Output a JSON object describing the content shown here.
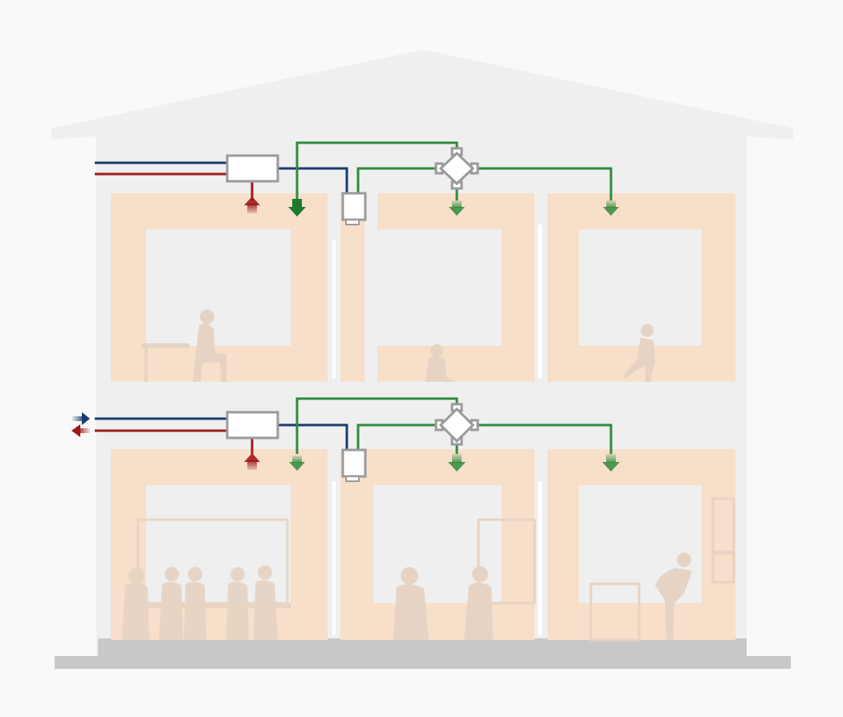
{
  "diagram": {
    "subject": "ventilation-system-house-cross-section",
    "floors": [
      {
        "id": "upper",
        "supply_outlets": 3,
        "extract_outlets": 1,
        "has_distribution_box": true,
        "has_ventilation_unit": true
      },
      {
        "id": "lower",
        "supply_outlets": 3,
        "extract_outlets": 1,
        "has_distribution_box": true,
        "has_ventilation_unit": true
      }
    ],
    "external_connections": [
      "fresh-air-intake",
      "exhaust-air-outlet"
    ]
  },
  "colors": {
    "background": "#f9f9f9",
    "house": "#efefef",
    "room": "#f7dfca",
    "window": "#ffffff",
    "fresh_air": "#1b3b6f",
    "exhaust_air": "#9b1b1b",
    "supply_air": "#2e8b3d",
    "equipment_stroke": "#9a9a9a",
    "foundation": "#c8c8c8",
    "silhouette": "#e4d2c2"
  },
  "icons": {
    "supply_outlet": "arrow-down-icon",
    "extract_outlet": "arrow-up-icon",
    "intake": "arrow-right-icon",
    "exhaust": "arrow-left-icon"
  }
}
